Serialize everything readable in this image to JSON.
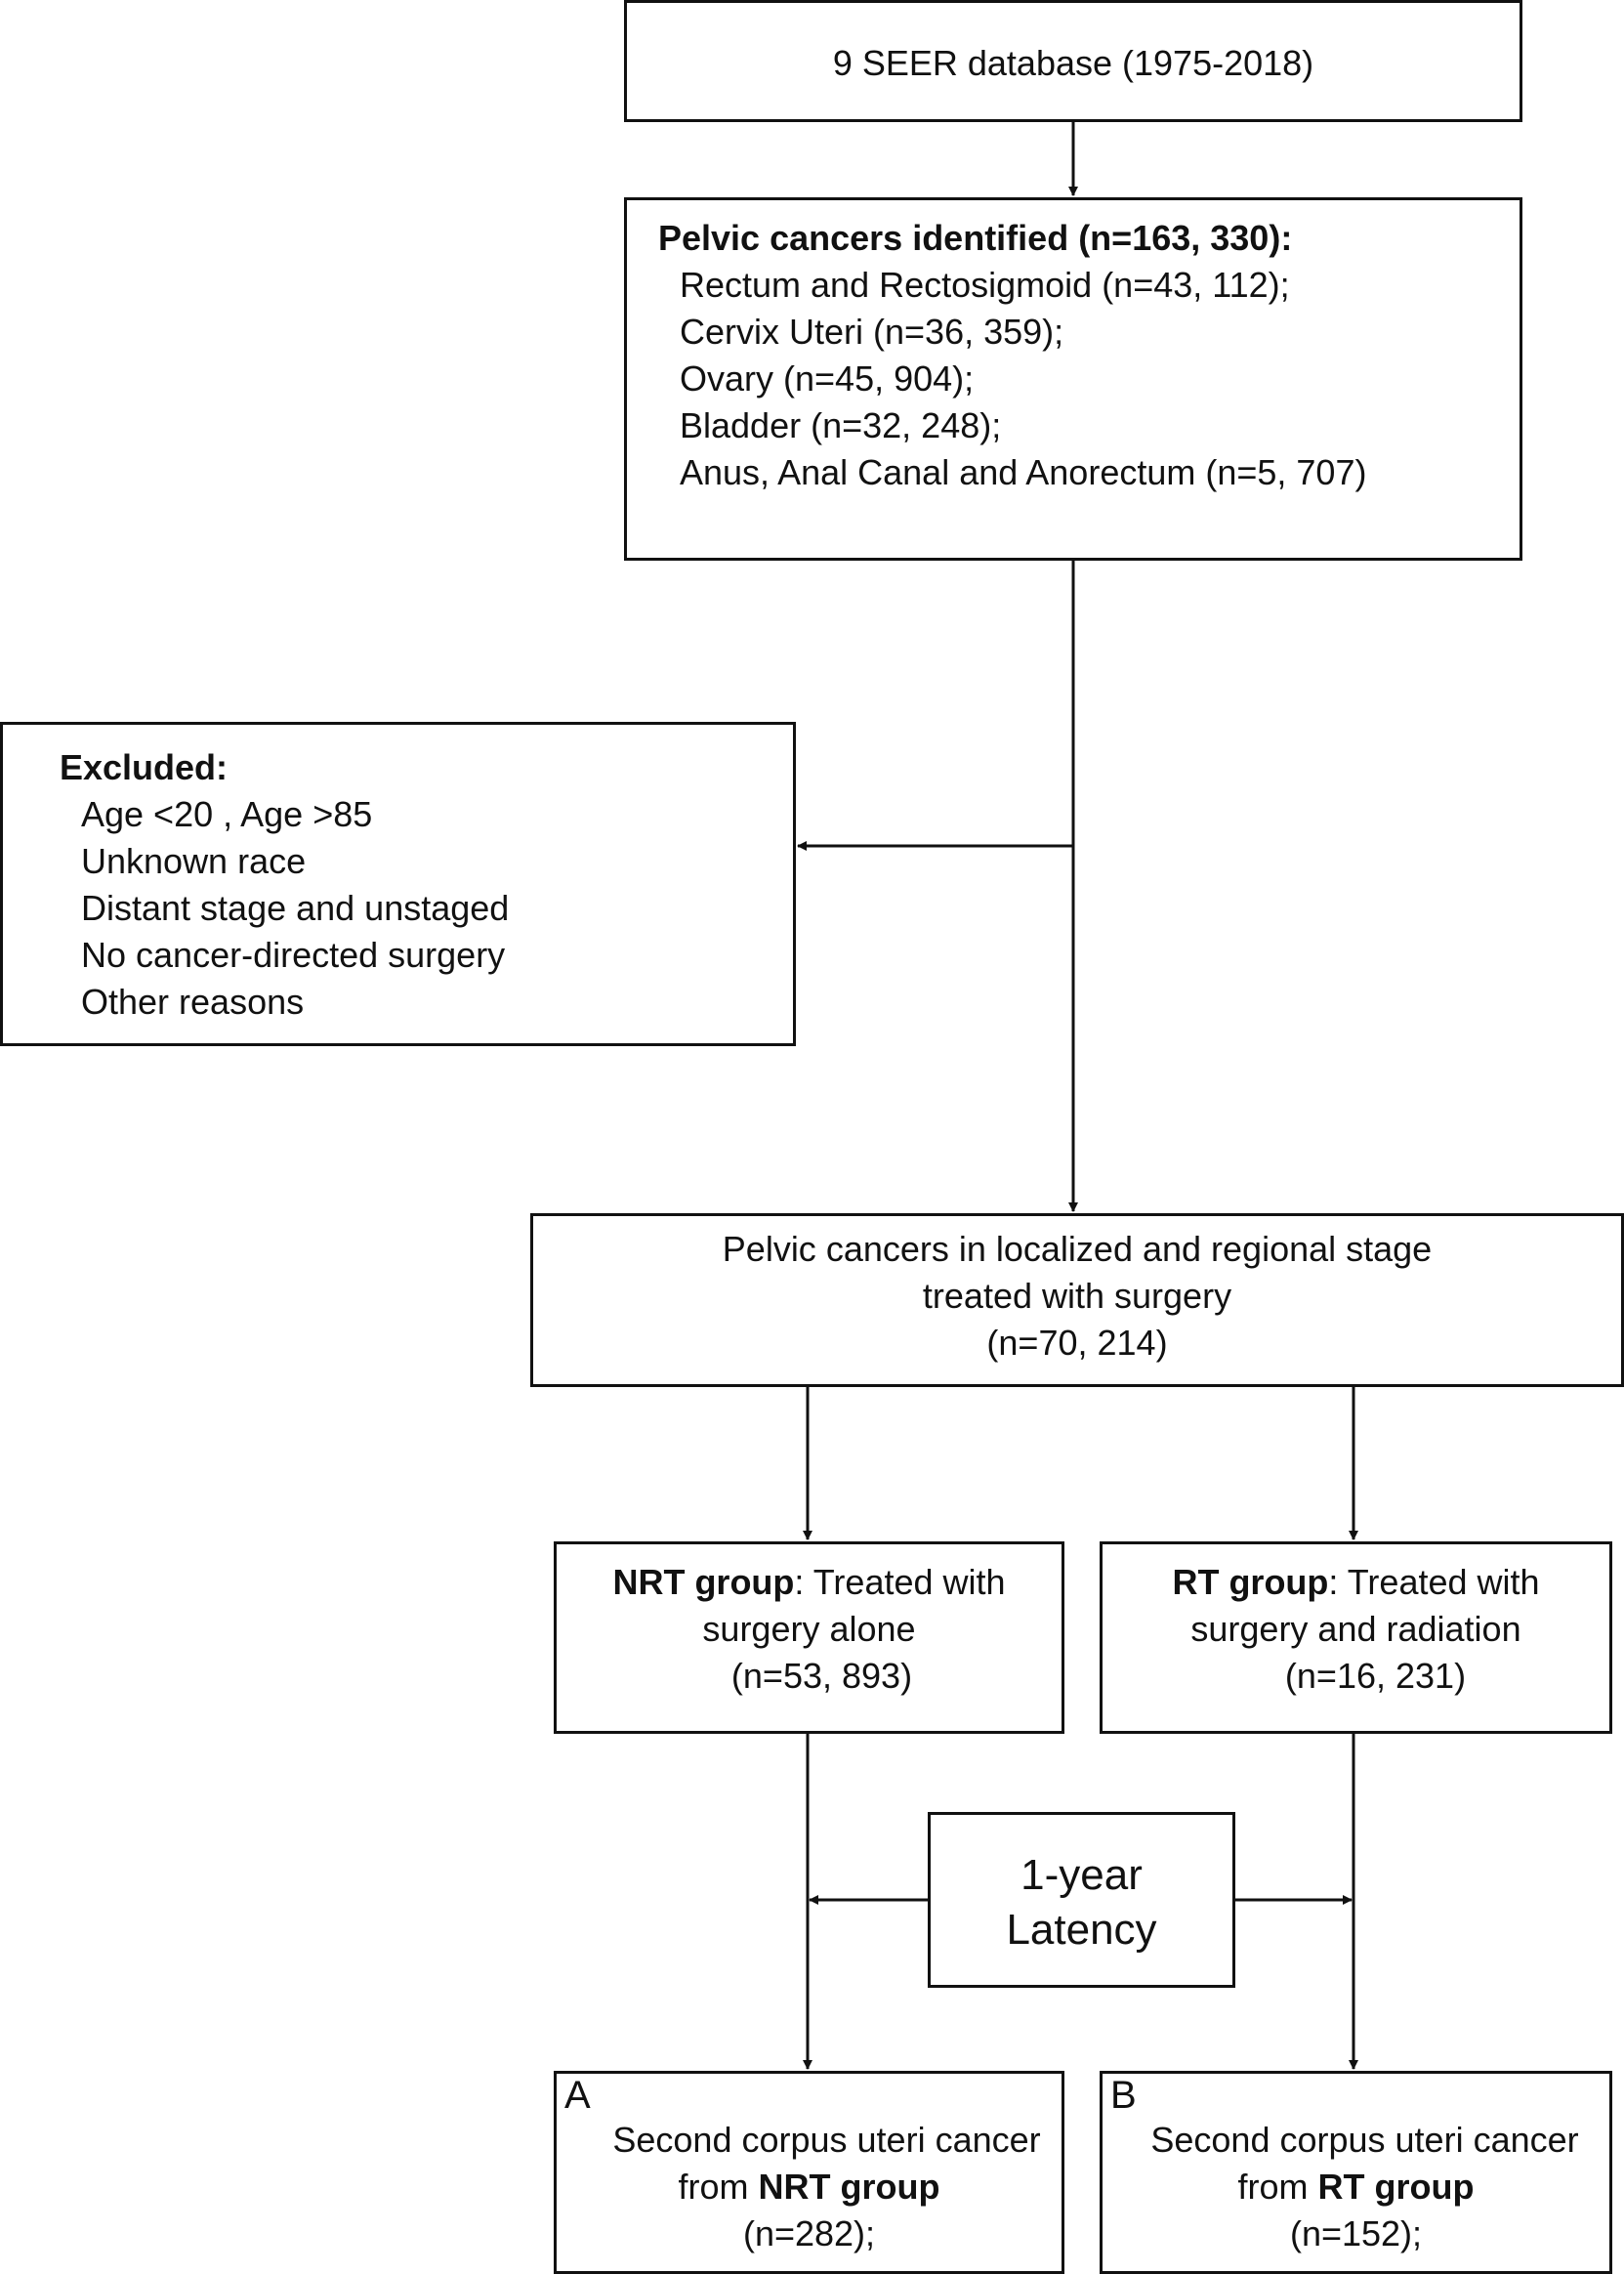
{
  "seer": {
    "text": "9 SEER database (1975-2018)"
  },
  "pelvic": {
    "title": "Pelvic cancers identified (n=163, 330):",
    "items": [
      "Rectum and Rectosigmoid (n=43, 112);",
      "Cervix Uteri (n=36, 359);",
      "Ovary (n=45, 904);",
      "Bladder (n=32, 248);",
      "Anus, Anal Canal and Anorectum (n=5, 707)"
    ]
  },
  "excluded": {
    "title": "Excluded:",
    "items": [
      "Age <20 , Age >85",
      "Unknown race",
      "Distant stage and unstaged",
      "No cancer-directed surgery",
      "Other reasons"
    ]
  },
  "localized": {
    "lines": [
      "Pelvic cancers in localized and regional stage",
      "treated with surgery",
      "(n=70, 214)"
    ]
  },
  "nrt": {
    "bold": "NRT group",
    "rest": ": Treated with",
    "line2": "surgery alone",
    "line3": "(n=53, 893)"
  },
  "rt": {
    "bold": "RT group",
    "rest": ": Treated with",
    "line2": "surgery and radiation",
    "line3": "(n=16, 231)"
  },
  "latency": {
    "line1": "1-year",
    "line2": "Latency"
  },
  "box_a": {
    "letter": "A",
    "line1": "Second corpus uteri cancer",
    "from": "from ",
    "bold": "NRT group",
    "line3": "(n=282);"
  },
  "box_b": {
    "letter": "B",
    "line1": "Second corpus uteri cancer",
    "from": "from ",
    "bold": "RT group",
    "line3": "(n=152);"
  }
}
